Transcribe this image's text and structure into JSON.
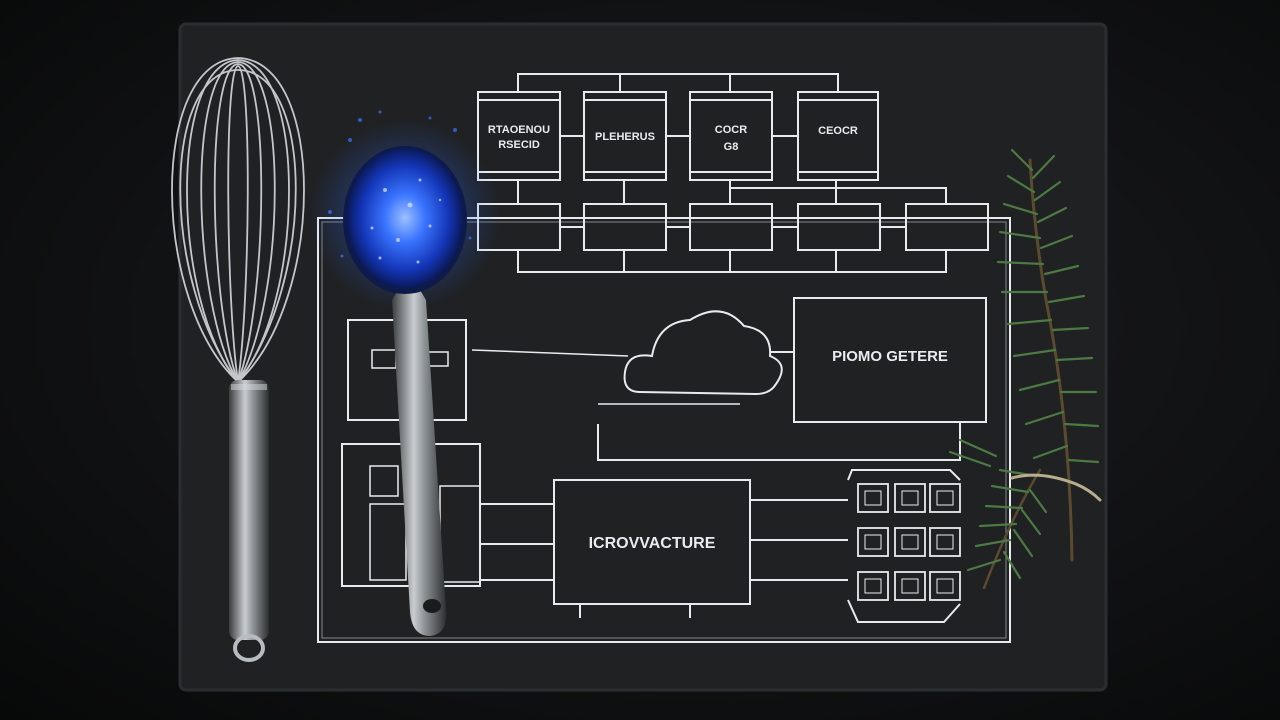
{
  "scene": {
    "subject": "chalk-style flow diagram on a slate board with kitchen utensils",
    "colors": {
      "background": "#101112",
      "slate": "#1f2123",
      "chalk": "#e8ebee",
      "glow": "#2f6bff",
      "herb": "#3f6b3a"
    }
  },
  "diagram": {
    "top_boxes": [
      {
        "line1": "RTAOENOU",
        "line2": "RSECID"
      },
      {
        "line1": "PLEHERUS",
        "line2": ""
      },
      {
        "line1": "COCR",
        "line2": "G8"
      },
      {
        "line1": "CEOCR",
        "line2": ""
      }
    ],
    "right_panel": "PIOMO GETERE",
    "core_box": "ICROVVACTURE"
  },
  "objects": {
    "whisk": "whisk-icon",
    "spoon": "measuring-spoon-icon",
    "herb": "rosemary-sprig-icon"
  }
}
